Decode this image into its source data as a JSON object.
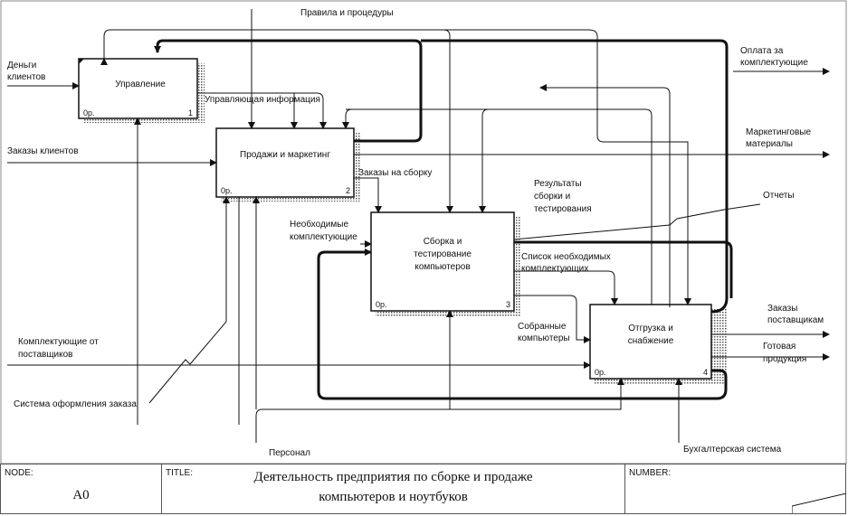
{
  "boxes": [
    {
      "title": "Управление",
      "cost": "0р.",
      "num": "1"
    },
    {
      "title": "Продажи и маркетинг",
      "cost": "0р.",
      "num": "2"
    },
    {
      "title_lines": [
        "Сборка и",
        "тестирование",
        "компьютеров"
      ],
      "cost": "0р.",
      "num": "3"
    },
    {
      "title_lines": [
        "Отгрузка и",
        "снабжение"
      ],
      "cost": "0р.",
      "num": "4"
    }
  ],
  "arrows": {
    "rules": "Правила и процедуры",
    "money_lines": [
      "Деньги",
      "клиентов"
    ],
    "payment_lines": [
      "Оплата за",
      "комплектующие"
    ],
    "mgmt_info": "Управляющая информация",
    "client_orders": "Заказы клиентов",
    "marketing_lines": [
      "Маркетинговые",
      "материалы"
    ],
    "assembly_orders": "Заказы на сборку",
    "results_lines": [
      "Результаты",
      "сборки и",
      "тестирования"
    ],
    "reports": "Отчеты",
    "needed_lines": [
      "Необходимые",
      "комплектующие"
    ],
    "list_lines": [
      "Список необходимых",
      "комплектующих"
    ],
    "assembled_lines": [
      "Собранные",
      "компьютеры"
    ],
    "supplier_orders_lines": [
      "Заказы",
      "поставщикам"
    ],
    "ready_lines": [
      "Готовая",
      "продукция"
    ],
    "components_lines": [
      "Комплектующие от",
      "поставщиков"
    ],
    "order_system": "Система оформления заказа",
    "personnel": "Персонал",
    "accounting": "Бухгалтерская система"
  },
  "footer": {
    "node_label": "NODE:",
    "node_value": "A0",
    "title_label": "TITLE:",
    "title_lines": [
      "Деятельность предприятия  по сборке и продаже",
      "компьютеров и ноутбуков"
    ],
    "number_label": "NUMBER:"
  }
}
